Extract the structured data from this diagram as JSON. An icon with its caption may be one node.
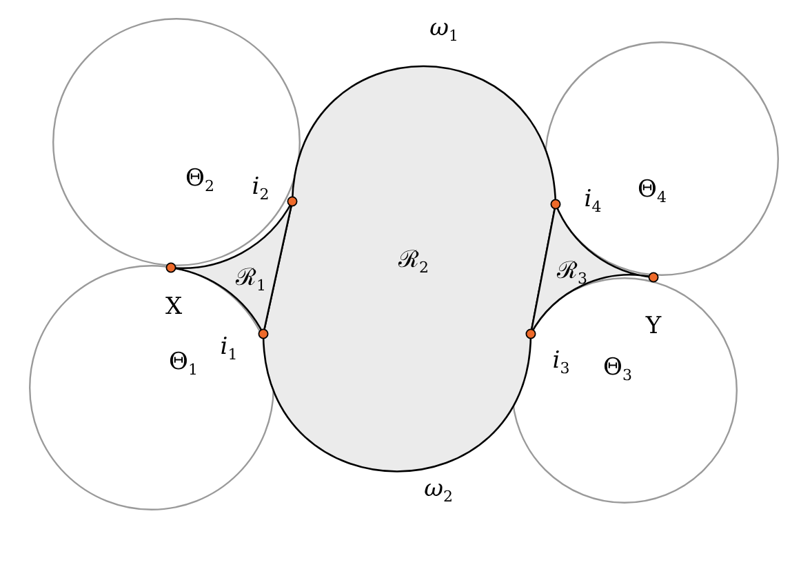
{
  "diagram": {
    "nodes": [
      {
        "text": [
          "Θ$_{2}$"
        ]
      },
      {
        "text": [
          "Θ$_{4}$"
        ]
      },
      {
        "text": [
          "ℛ$_{2}$"
        ]
      },
      {
        "text": [
          "ℛ$_{1}$"
        ]
      },
      {
        "text": [
          "ℛ$_{3}$"
        ]
      },
      {
        "text": [
          "Θ$_{1}$"
        ]
      },
      {
        "text": [
          "Θ$_{3}$"
        ]
      }
    ],
    "labels": [
      "*ω*$_{1}$",
      "*i*$_{2}$",
      "*i*$_{4}$",
      "X",
      "Y",
      "*i*$_{1}$",
      "*i*$_{3}$",
      "*ω*$_{2}$"
    ]
  }
}
